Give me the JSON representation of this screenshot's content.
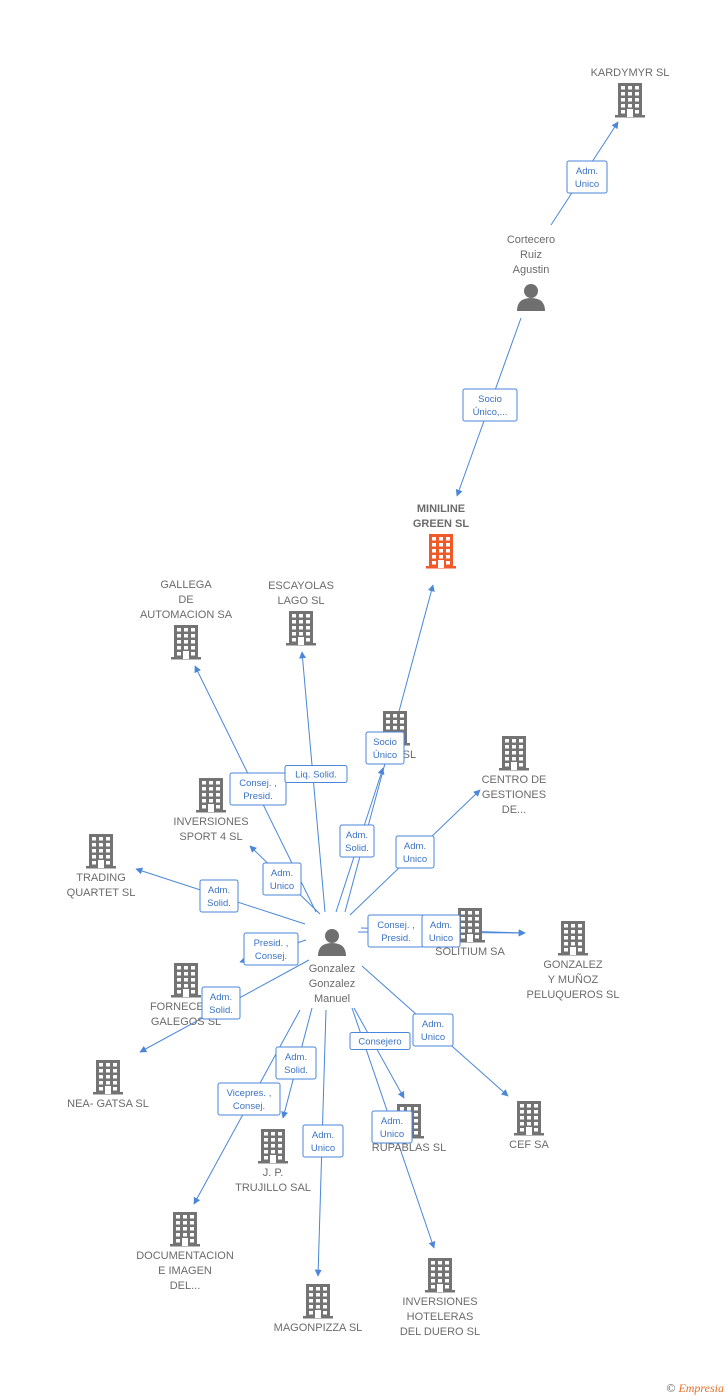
{
  "nodes": [
    {
      "id": "kardymyr",
      "type": "company",
      "label": [
        "KARDYMYR  SL"
      ]
    },
    {
      "id": "cortecero",
      "type": "person",
      "label": [
        "Cortecero",
        "Ruiz",
        "Agustin"
      ]
    },
    {
      "id": "miniline",
      "type": "company",
      "focus": true,
      "label": [
        "MINILINE",
        "GREEN  SL"
      ]
    },
    {
      "id": "gallega",
      "type": "company",
      "label": [
        "GALLEGA",
        "DE",
        "AUTOMACION SA"
      ]
    },
    {
      "id": "escayolas",
      "type": "company",
      "label": [
        "ESCAYOLAS",
        "LAGO SL"
      ]
    },
    {
      "id": "ms",
      "type": "company",
      "label": [
        "M...S SL"
      ]
    },
    {
      "id": "centro",
      "type": "company",
      "label": [
        "CENTRO DE",
        "GESTIONES",
        "DE..."
      ]
    },
    {
      "id": "inversiones_sport",
      "type": "company",
      "label": [
        "INVERSIONES",
        "SPORT 4 SL"
      ]
    },
    {
      "id": "trading",
      "type": "company",
      "label": [
        "TRADING",
        "QUARTET SL"
      ]
    },
    {
      "id": "solitium",
      "type": "company",
      "label": [
        "SOLITIUM SA"
      ]
    },
    {
      "id": "gonzalez_munoz",
      "type": "company",
      "label": [
        "GONZALEZ",
        "Y MUÑOZ",
        "PELUQUEROS SL"
      ]
    },
    {
      "id": "gonzalez",
      "type": "person",
      "label": [
        "Gonzalez",
        "Gonzalez",
        "Manuel"
      ]
    },
    {
      "id": "fornecem",
      "type": "company",
      "label": [
        "FORNECEM...",
        "GALEGOS SL"
      ]
    },
    {
      "id": "neagatsa",
      "type": "company",
      "label": [
        "NEA- GATSA SL"
      ]
    },
    {
      "id": "cef",
      "type": "company",
      "label": [
        "CEF SA"
      ]
    },
    {
      "id": "rupablas",
      "type": "company",
      "label": [
        "RUPABLAS SL"
      ]
    },
    {
      "id": "trujillo",
      "type": "company",
      "label": [
        "J. P.",
        "TRUJILLO SAL"
      ]
    },
    {
      "id": "documentacion",
      "type": "company",
      "label": [
        "DOCUMENTACION",
        "E IMAGEN",
        "DEL..."
      ]
    },
    {
      "id": "magonpizza",
      "type": "company",
      "label": [
        "MAGONPIZZA SL"
      ]
    },
    {
      "id": "inv_hoteleras",
      "type": "company",
      "label": [
        "INVERSIONES",
        "HOTELERAS",
        "DEL DUERO SL"
      ]
    }
  ],
  "relations": [
    {
      "from": "cortecero",
      "to": "kardymyr",
      "label": [
        "Adm.",
        "Unico"
      ]
    },
    {
      "from": "cortecero",
      "to": "miniline",
      "label": [
        "Socio",
        "Único,..."
      ]
    },
    {
      "from": "gonzalez",
      "to": "miniline",
      "label": [
        "Socio",
        "Único"
      ]
    },
    {
      "from": "gonzalez",
      "to": "gallega",
      "label": [
        "Consej. ,",
        "Presid."
      ]
    },
    {
      "from": "gonzalez",
      "to": "escayolas",
      "label": [
        "Liq.  Solid."
      ]
    },
    {
      "from": "gonzalez",
      "to": "ms",
      "label": [
        "Adm.",
        "Solid."
      ]
    },
    {
      "from": "gonzalez",
      "to": "centro",
      "label": [
        "Adm.",
        "Unico"
      ]
    },
    {
      "from": "gonzalez",
      "to": "inversiones_sport",
      "label": [
        "Adm.",
        "Unico"
      ]
    },
    {
      "from": "gonzalez",
      "to": "trading",
      "label": [
        "Adm.",
        "Solid."
      ]
    },
    {
      "from": "gonzalez",
      "to": "solitium",
      "label": [
        "Consej. ,",
        "Presid."
      ]
    },
    {
      "from": "gonzalez",
      "to": "gonzalez_munoz",
      "label": [
        "Adm.",
        "Unico"
      ]
    },
    {
      "from": "gonzalez",
      "to": "fornecem",
      "label": [
        "Presid. ,",
        "Consej."
      ]
    },
    {
      "from": "gonzalez",
      "to": "neagatsa",
      "label": [
        "Adm.",
        "Solid."
      ]
    },
    {
      "from": "gonzalez",
      "to": "cef",
      "label": [
        "Adm.",
        "Unico"
      ]
    },
    {
      "from": "gonzalez",
      "to": "rupablas",
      "label": [
        "Consejero"
      ]
    },
    {
      "from": "gonzalez",
      "to": "trujillo",
      "label": [
        "Adm.",
        "Solid."
      ]
    },
    {
      "from": "gonzalez",
      "to": "documentacion",
      "label": [
        "Vicepres. ,",
        "Consej."
      ]
    },
    {
      "from": "gonzalez",
      "to": "magonpizza",
      "label": [
        "Adm.",
        "Unico"
      ]
    },
    {
      "from": "gonzalez",
      "to": "inv_hoteleras",
      "label": [
        "Adm.",
        "Unico"
      ]
    }
  ],
  "colors": {
    "edge": "#4a86d9",
    "company": "#737373",
    "focus_company": "#f05a28",
    "person": "#6f6f6f",
    "label": "#6b6b6b"
  },
  "footer": {
    "copyright": "©",
    "brand": "Empresia"
  }
}
